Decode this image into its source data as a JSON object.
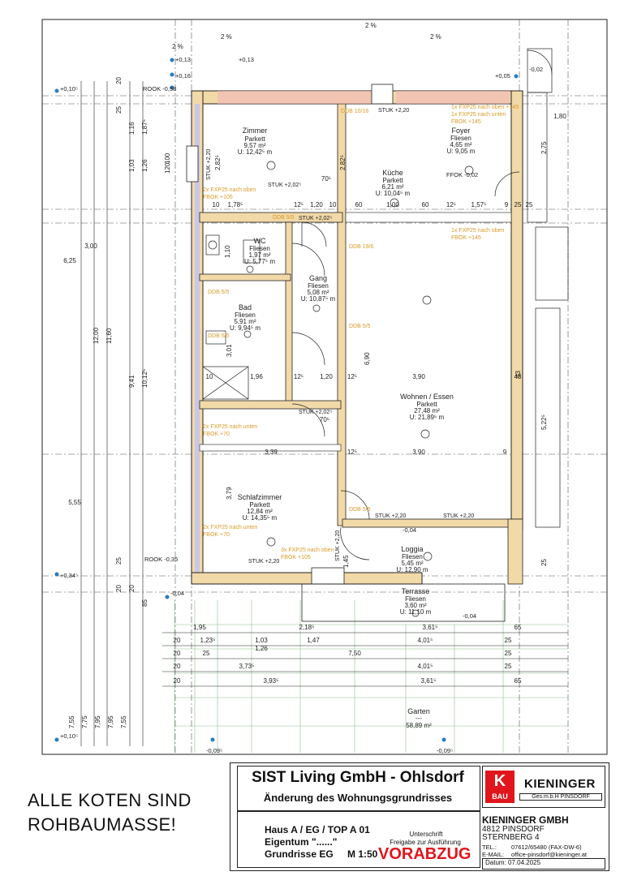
{
  "rooms": {
    "zimmer": {
      "name": "Zimmer",
      "floor": "Parkett",
      "area": "9,57 m²",
      "u": "U: 12,42⁵ m"
    },
    "kueche": {
      "name": "Küche",
      "floor": "Parkett",
      "area": "6,21 m²",
      "u": "U: 10,04⁵ m"
    },
    "foyer": {
      "name": "Foyer",
      "floor": "Fliesen",
      "area": "4,65 m²",
      "u": "U: 9,05 m"
    },
    "wc": {
      "name": "WC",
      "floor": "Fliesen",
      "area": "1,97 m²",
      "u": "U: 5,77⁵ m"
    },
    "gang": {
      "name": "Gang",
      "floor": "Fliesen",
      "area": "5,08 m²",
      "u": "U: 10,87⁵ m"
    },
    "bad": {
      "name": "Bad",
      "floor": "Fliesen",
      "area": "5,91 m²",
      "u": "U: 9,94⁵ m"
    },
    "wohnen": {
      "name": "Wohnen / Essen",
      "floor": "Parkett",
      "area": "27,48 m²",
      "u": "U: 21,89⁵ m"
    },
    "schlaf": {
      "name": "Schlafzimmer",
      "floor": "Parkett",
      "area": "12,84 m²",
      "u": "U: 14,35⁵ m"
    },
    "loggia": {
      "name": "Loggia",
      "floor": "Fliesen",
      "area": "5,45 m²",
      "u": "U: 12,90 m"
    },
    "terrasse": {
      "name": "Terrasse",
      "floor": "Fliesen",
      "area": "3,60 m²",
      "u": "U: 11,10 m"
    },
    "garten": {
      "name": "Garten",
      "floor": "---",
      "area": "58,89 m²"
    }
  },
  "levels": {
    "l1": "+0,13",
    "l2": "+0,16",
    "l3": "+0,10⁵",
    "l4": "ROOK -0,58",
    "l5": "+0,05",
    "l6": "-0,02",
    "l7": "ROOK -0,35",
    "l8": "+0,34⁵",
    "l9": "-0,04",
    "l10": "+0,10⁵",
    "l11": "-0,09⁵",
    "l12": "-0,09⁵",
    "l13": "-0,04",
    "l14": "-0,04",
    "l15": "FFOK -0,02",
    "l16": "+0,13"
  },
  "slopes": [
    "2 %",
    "2 %",
    "2 %",
    "2 %"
  ],
  "annotations": {
    "a1": "1x FXP25 nach oben +145",
    "a2": "1x FXP25 nach unten",
    "a3": "FBOK +145",
    "a4": "2x FXP25 nach oben",
    "a5": "FBOK +105",
    "a6": "1x FXP25 nach oben",
    "a7": "FBOK +145",
    "a8": "2x FXP25 nach unten",
    "a9": "FBOK +70",
    "a10": "2x FXP25 nach unten",
    "a11": "FBOK +70",
    "a12": "3x FXP25 nach oben",
    "a13": "FBOK +105",
    "ddb1": "DDB 10/16",
    "ddb2": "DDB 5/5",
    "ddb3": "DDB 19/6",
    "ddb4": "DDB 5/5",
    "ddb5": "DDB 5/5",
    "ddb6": "DDB 5/5",
    "ddb7": "DDB 5/5"
  },
  "stuk": {
    "s1": "STUK +2,20",
    "s2": "STUK +2,02⁵",
    "s3": "STUK +2,20",
    "s4": "STUK +2,20",
    "s5": "STUK +2,20",
    "s6": "STUK +2,02⁵",
    "s7": "STUK +2,02⁵",
    "s8": "STUK +2,20",
    "s9": "STUK +2,20"
  },
  "dims": {
    "d10a": "10",
    "d178": "1,78⁵",
    "d12a": "12⁵",
    "d120a": "1,20",
    "d10b": "10",
    "d60a": "60",
    "d100": "1,00",
    "d60b": "60",
    "d12b": "12⁵",
    "d157": "1,57⁵",
    "d9a": "9",
    "d10c": "10",
    "d196": "1,96",
    "d12c": "12⁵",
    "d120b": "1,20",
    "d12d": "12⁵",
    "d390a": "3,90",
    "d43": "43",
    "d339": "3,39",
    "d12e": "12⁵",
    "d390b": "3,90",
    "d9b": "9",
    "d300": "3,00",
    "d625": "6,25",
    "d1200": "12,00",
    "d1160": "11,60",
    "d941": "9,41",
    "d1012": "10,12⁵",
    "d555": "5,55",
    "d20a": "20",
    "d25a": "25",
    "d116": "1,16",
    "d187": "1,87⁵",
    "d103": "1,03",
    "d126": "1,26",
    "d100b": "100",
    "d120": "120",
    "d282a": "2,82⁵",
    "d282b": "2,82⁵",
    "d110": "1,10",
    "d301": "3,01",
    "d379": "3,79",
    "d690": "6,90",
    "d522": "5,22⁵",
    "d275": "2,75",
    "d145": "1,45",
    "d25b": "25",
    "d20b": "20",
    "d85": "85",
    "d20c": "20",
    "d25c": "25",
    "r1a": "1,95",
    "r1b": "2,18⁵",
    "r1c": "3,61⁵",
    "r1d": "65",
    "r2a": "20",
    "r2b": "1,23⁵",
    "r2c": "1,03",
    "r2d": "1,47",
    "r2e": "4,01⁵",
    "r2f": "25",
    "r3a": "20",
    "r3b": "25",
    "r3c": "1,26",
    "r3d": "7,50",
    "r3e": "25",
    "r4a": "20",
    "r4b": "3,73⁵",
    "r4c": "4,01⁵",
    "r4d": "25",
    "r5a": "20",
    "r5b": "3,93⁵",
    "r5c": "3,61⁵",
    "r5d": "65",
    "v1": "7,55",
    "v2": "7,75",
    "v3": "7,95",
    "v4": "7,95",
    "v5": "7,55",
    "d70a": "70⁵",
    "d70b": "70⁵",
    "d43b": "43",
    "d25d": "25",
    "d25e": "25",
    "d180": "1,80"
  },
  "note": {
    "line1": "ALLE KOTEN SIND",
    "line2": "ROHBAUMASSE!"
  },
  "title": {
    "company": "SIST Living GmbH - Ohlsdorf",
    "subtitle": "Änderung des Wohnungsgrundrisses",
    "haus": "Haus A / EG / TOP A 01",
    "eigentum": "Eigentum \"......\"",
    "grundrisse": "Grundrisse EG",
    "scale": "M 1:50",
    "unterschrift": "Unterschrift",
    "freigabe": "Freigabe zur Ausführung",
    "vorabzug": "VORABZUG",
    "logo_word": "KIENINGER",
    "logo_sub": "Ges.m.b.H  PINSDORF",
    "logo_badge": "BAU",
    "firm": "KIENINGER  GMBH",
    "addr1": "4812 PINSDORF",
    "addr2": "STERNBERG  4",
    "tel_label": "TEL.:",
    "tel": "07612/65480    (FAX-DW-6)",
    "mail_label": "E-MAIL:",
    "mail": "office-pinsdorf@kieninger.at",
    "datum": "Datum: 07.04.2025"
  },
  "colors": {
    "wall": "#f2d9a8",
    "brick": "#f0b8b8",
    "insulation": "#c8c8e8",
    "line": "#222222",
    "accent": "#d99a28",
    "red": "#e0161c"
  }
}
